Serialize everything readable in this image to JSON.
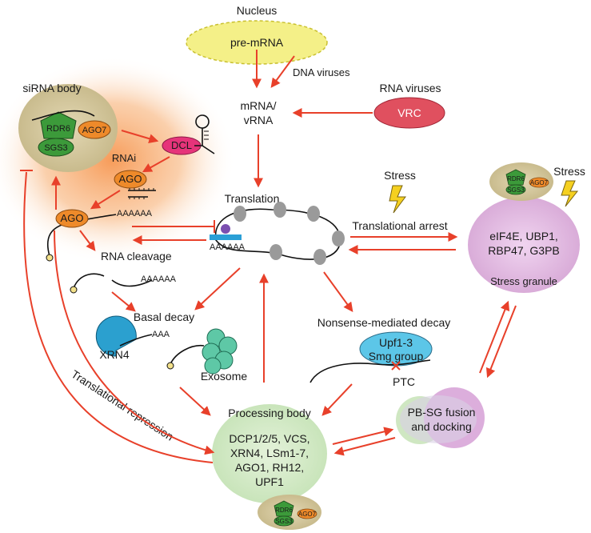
{
  "labels": {
    "nucleus": "Nucleus",
    "pre_mrna": "pre-mRNA",
    "dna_viruses": "DNA viruses",
    "rna_viruses": "RNA viruses",
    "vrc": "VRC",
    "mrna_line1": "mRNA/",
    "mrna_line2": "vRNA",
    "sirna_body": "siRNA body",
    "rdr6": "RDR6",
    "sgs3": "SGS3",
    "ago7": "AGO7",
    "dcl": "DCL",
    "rnai": "RNAi",
    "ago": "AGO",
    "translation": "Translation",
    "stress": "Stress",
    "translational_arrest": "Translational arrest",
    "poly_a": "AAAAAA",
    "rna_cleavage": "RNA cleavage",
    "basal_decay": "Basal decay",
    "aaa": "AAA",
    "xrn4": "XRN4",
    "exosome": "Exosome",
    "nmd": "Nonsense-mediated decay",
    "upf_line1": "Upf1-3",
    "upf_line2": "Smg group",
    "ptc": "PTC",
    "sg_line1": "eIF4E, UBP1,",
    "sg_line2": "RBP47, G3PB",
    "stress_granule": "Stress granule",
    "pbsg_line1": "PB-SG fusion",
    "pbsg_line2": "and docking",
    "processing_body": "Processing body",
    "pb_line1": "DCP1/2/5, VCS,",
    "pb_line2": "XRN4, LSm1-7,",
    "pb_line3": "AGO1, RH12,",
    "pb_line4": "UPF1",
    "translational_repression": "Translational repression"
  },
  "colors": {
    "arrow": "#e8402a",
    "nucleus_fill": "#f4f088",
    "vrc_fill": "#e0505f",
    "sirna_body_fill": "#d4c7a0",
    "rdr6_fill": "#3c9a3a",
    "sgs3_fill": "#3c9a3a",
    "ago_fill": "#ee8a2a",
    "dcl_fill": "#e6347a",
    "sg_fill": "#dcaedc",
    "pb_fill": "#cfe7c2",
    "upf_fill": "#5cc6e8",
    "xrn4_fill": "#2ba0cf",
    "exosome_fill": "#5ec8a6",
    "ribosome_fill": "#9a9a9a",
    "orange_glow": "#f58a3c"
  }
}
